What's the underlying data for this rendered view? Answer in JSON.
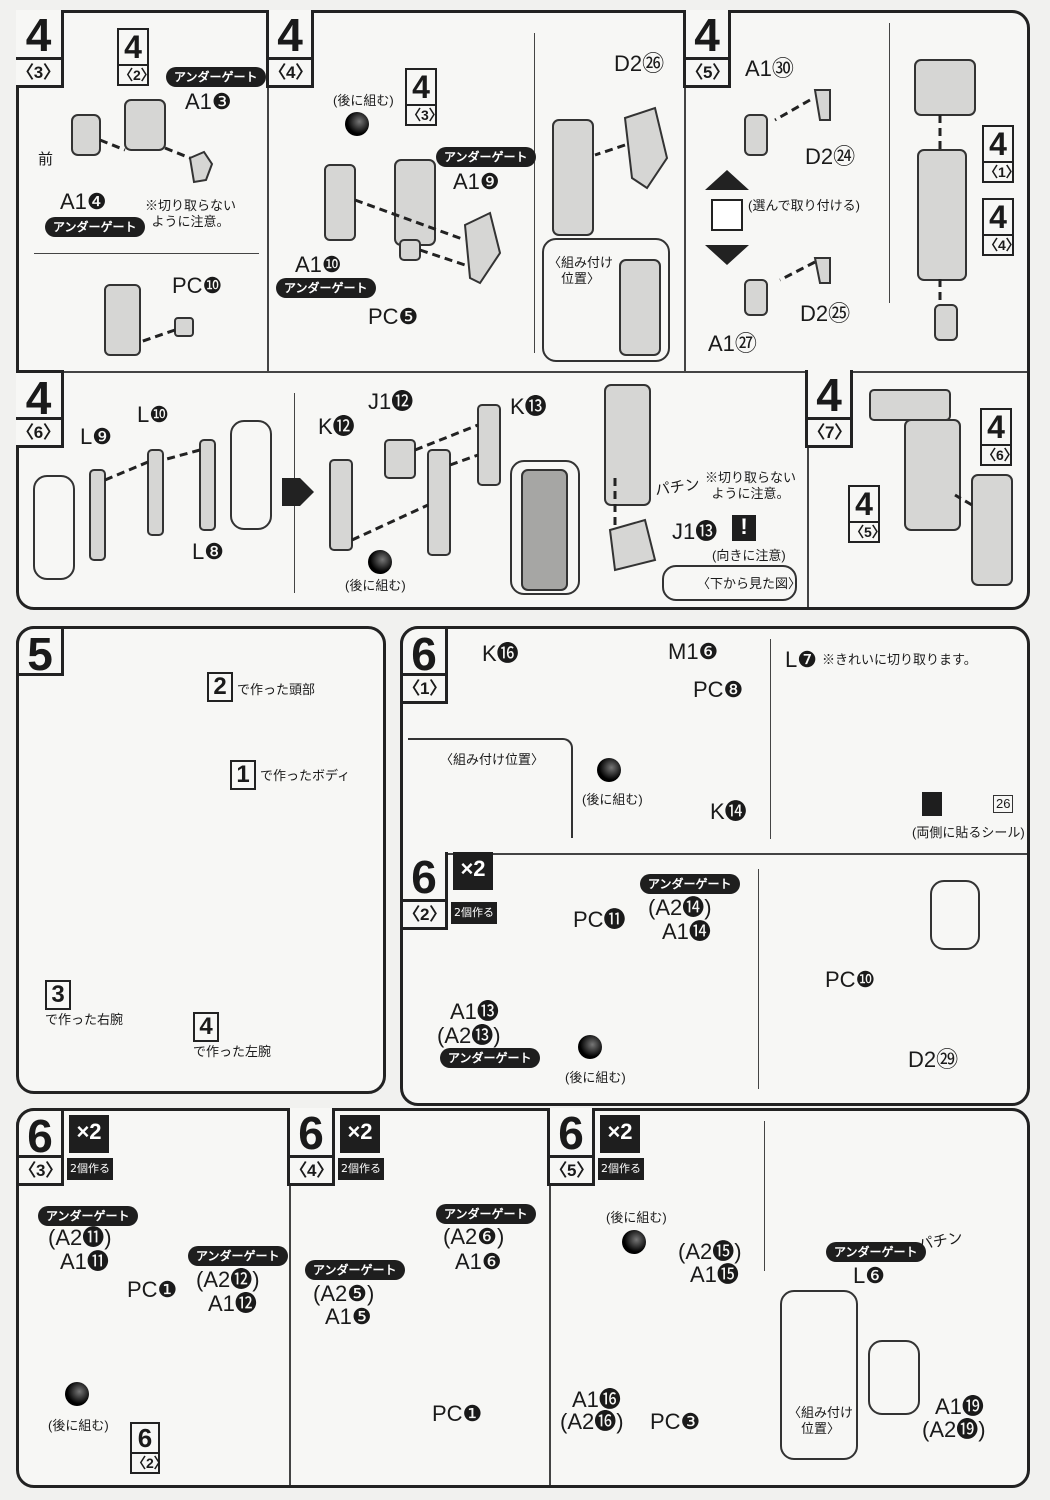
{
  "common": {
    "under_gate": "アンダーゲート",
    "later": "(後に組む)",
    "no_cut": "※切り取らない\nように注意。",
    "position": "〈組み付け\n位置〉",
    "position_inline": "〈組み付け位置〉",
    "make2": "2個作る",
    "x2": "×2",
    "snap": "パチン"
  },
  "s4_3": {
    "step": "4",
    "sub": "〈3〉",
    "ref_n": "4",
    "ref_sub": "〈2〉",
    "a13": "A1❸",
    "front": "前",
    "a14": "A1❹",
    "pc10": "PC❿"
  },
  "s4_4": {
    "step": "4",
    "sub": "〈4〉",
    "ref_n": "4",
    "ref_sub": "〈3〉",
    "a19": "A1❾",
    "a110": "A1❿",
    "pc5": "PC❺",
    "d226": "D2㉖"
  },
  "s4_5": {
    "step": "4",
    "sub": "〈5〉",
    "a130": "A1㉚",
    "d224": "D2㉔",
    "choose": "(選んで取り付ける)",
    "d225": "D2㉕",
    "a127": "A1㉗",
    "ref1_n": "4",
    "ref1_sub": "〈1〉",
    "ref2_n": "4",
    "ref2_sub": "〈4〉"
  },
  "s4_6": {
    "step": "4",
    "sub": "〈6〉",
    "l9": "L❾",
    "l10": "L❿",
    "l8": "L❽",
    "k12": "K⓬",
    "j112": "J1⓬",
    "k13": "K⓭",
    "j113": "J1⓭",
    "warn": "!",
    "orient": "(向きに注意)",
    "bottom_view": "〈下から見た図〉"
  },
  "s4_7": {
    "step": "4",
    "sub": "〈7〉",
    "ref1_n": "4",
    "ref1_sub": "〈6〉",
    "ref2_n": "4",
    "ref2_sub": "〈5〉"
  },
  "s5": {
    "step": "5",
    "head_n": "2",
    "head": "で作った頭部",
    "body_n": "1",
    "body": "で作ったボディ",
    "rarm_n": "3",
    "rarm": "で作った右腕",
    "larm_n": "4",
    "larm": "で作った左腕"
  },
  "s6_1": {
    "step": "6",
    "sub": "〈1〉",
    "k16": "K⓰",
    "m16": "M1❻",
    "pc8": "PC❽",
    "k14": "K⓮",
    "l7": "L❼",
    "clean": "※きれいに切り取ります。",
    "sticker_no": "26",
    "both_sides": "(両側に貼るシール)"
  },
  "s6_2": {
    "step": "6",
    "sub": "〈2〉",
    "a214": "(A2⓮)",
    "a114": "A1⓮",
    "pc11": "PC⓫",
    "a113": "A1⓭",
    "a213": "(A2⓭)",
    "pc10": "PC❿",
    "d229": "D2㉙"
  },
  "s6_3": {
    "step": "6",
    "sub": "〈3〉",
    "a211": "(A2⓫)",
    "a111": "A1⓫",
    "pc1": "PC❶",
    "a212": "(A2⓬)",
    "a112": "A1⓬",
    "ref_n": "6",
    "ref_sub": "〈2〉"
  },
  "s6_4": {
    "step": "6",
    "sub": "〈4〉",
    "a26": "(A2❻)",
    "a16": "A1❻",
    "a25": "(A2❺)",
    "a15": "A1❺",
    "pc1": "PC❶"
  },
  "s6_5": {
    "step": "6",
    "sub": "〈5〉",
    "a215": "(A2⓯)",
    "a115": "A1⓯",
    "a116": "A1⓰",
    "a216": "(A2⓰)",
    "pc3": "PC❸",
    "l6": "L❻",
    "a119": "A1⓳",
    "a219": "(A2⓳)"
  }
}
